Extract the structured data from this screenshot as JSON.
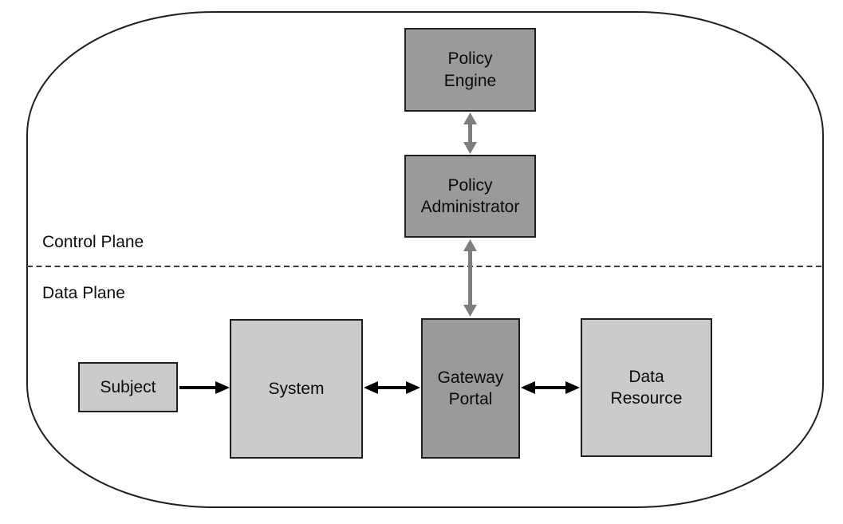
{
  "diagram": {
    "planes": {
      "control": {
        "label": "Control Plane"
      },
      "data": {
        "label": "Data Plane"
      }
    },
    "boxes": {
      "policy_engine": {
        "label": "Policy\nEngine",
        "variant": "dark"
      },
      "policy_administrator": {
        "label": "Policy\nAdministrator",
        "variant": "dark"
      },
      "gateway_portal": {
        "label": "Gateway\nPortal",
        "variant": "dark"
      },
      "subject": {
        "label": "Subject",
        "variant": "light"
      },
      "system": {
        "label": "System",
        "variant": "light"
      },
      "data_resource": {
        "label": "Data\nResource",
        "variant": "light"
      }
    },
    "connections": [
      {
        "id": "pe-pa",
        "from": "policy_engine",
        "to": "policy_administrator",
        "arrow": "double",
        "color": "gray"
      },
      {
        "id": "pa-gp",
        "from": "policy_administrator",
        "to": "gateway_portal",
        "arrow": "double",
        "color": "gray"
      },
      {
        "id": "subject-system",
        "from": "subject",
        "to": "system",
        "arrow": "single",
        "color": "black"
      },
      {
        "id": "system-gp",
        "from": "system",
        "to": "gateway_portal",
        "arrow": "double",
        "color": "black"
      },
      {
        "id": "gp-dr",
        "from": "gateway_portal",
        "to": "data_resource",
        "arrow": "double",
        "color": "black"
      }
    ],
    "colors": {
      "background": "#ffffff",
      "outer_border": "#1f1f1f",
      "box_border": "#1f1f1f",
      "dark_box_fill": "#9a9a9a",
      "light_box_fill": "#cbcbcb",
      "divider_line": "#3d3d3d",
      "arrow_gray": "#7e7e7e",
      "arrow_black": "#000000",
      "text": "#0a0a0a"
    }
  }
}
